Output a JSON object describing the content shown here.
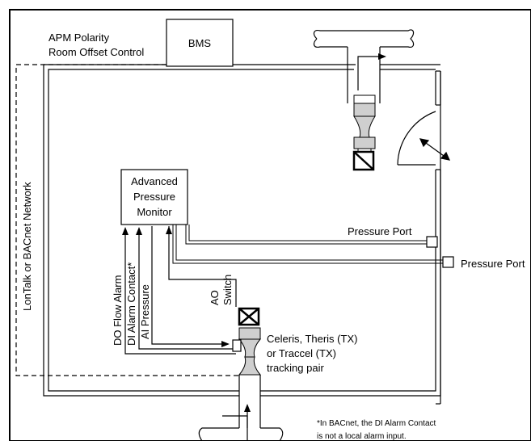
{
  "bms": {
    "title_line1": "APM Polarity",
    "title_line2": "Room Offset Control",
    "box_label": "BMS"
  },
  "network_label": "LonTalk or BACnet Network",
  "apm": {
    "line1": "Advanced",
    "line2": "Pressure",
    "line3": "Monitor"
  },
  "signals": {
    "do": "DO Flow Alarm",
    "di": "DI Alarm Contact*",
    "ai": "AI Pressure",
    "ao_line1": "AO",
    "ao_line2": "Switch"
  },
  "ports": {
    "inner": "Pressure Port",
    "outer": "Pressure Port"
  },
  "valve": {
    "line1": "Celeris, Theris (TX)",
    "line2": "or Traccel (TX)",
    "line3": "tracking pair"
  },
  "footnote": {
    "line1": "*In BACnet, the DI Alarm Contact",
    "line2": "is not a local alarm input."
  }
}
